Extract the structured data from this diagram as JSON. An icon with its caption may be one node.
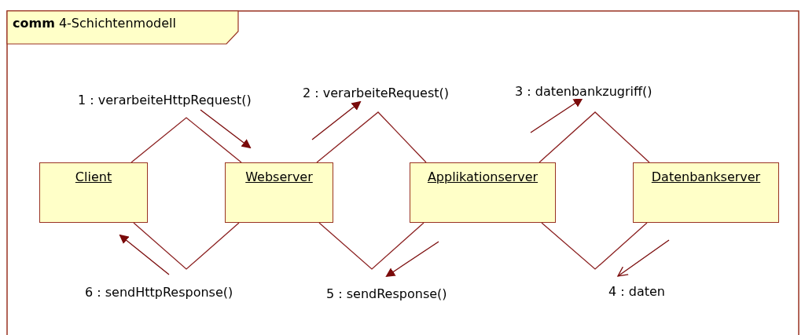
{
  "diagram": {
    "title": "**comm** 4-Schichtenmodell",
    "nodes": [
      {
        "text": [
          "Client"
        ]
      },
      {
        "text": [
          "Webserver"
        ]
      },
      {
        "text": [
          "Applikationserver"
        ]
      },
      {
        "text": [
          "Datenbankserver"
        ]
      }
    ],
    "edges": [
      {
        "from": 0,
        "to": 1,
        "arrow": "none",
        "label": "1 : verarbeiteHttpRequest()"
      },
      {
        "from": 1,
        "to": 2,
        "arrow": "none",
        "label": "2 : verarbeiteRequest()"
      },
      {
        "from": 2,
        "to": 3,
        "arrow": "none",
        "label": "3 : datenbankzugriff()"
      },
      {
        "from": 1,
        "to": 0,
        "arrow": "none",
        "label": "6 : sendHttpResponse()"
      },
      {
        "from": 2,
        "to": 1,
        "arrow": "none",
        "label": "5 : sendResponse()"
      },
      {
        "from": 3,
        "to": 2,
        "arrow": "none",
        "label": "4 : daten"
      }
    ]
  }
}
